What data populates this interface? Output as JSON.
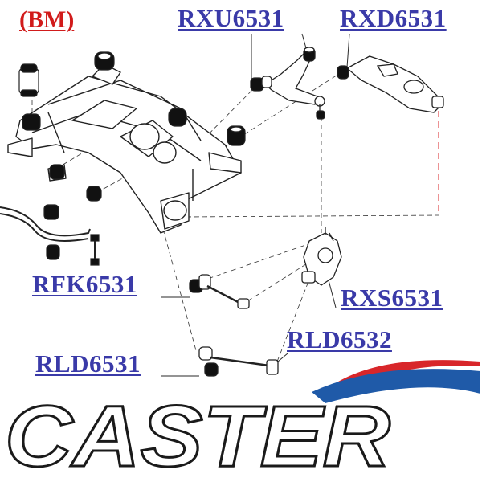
{
  "model_label": "(BM)",
  "parts": {
    "upper_arm": "RXU6531",
    "lower_arm": "RXD6531",
    "stabilizer_link": "RFK6531",
    "knuckle": "RXS6531",
    "toe_link_outer": "RLD6532",
    "toe_link_inner": "RLD6531"
  },
  "brand": {
    "name": "CASTER",
    "colors": {
      "text": "#1a1a1a",
      "swoosh_red": "#d8262a",
      "swoosh_blue": "#1f5aa8"
    }
  },
  "colors": {
    "part_label": "#3a3aa8",
    "model_label": "#d11b1b",
    "leader_dash_red": "#d8262a",
    "leader_line": "#2a2a2a"
  }
}
